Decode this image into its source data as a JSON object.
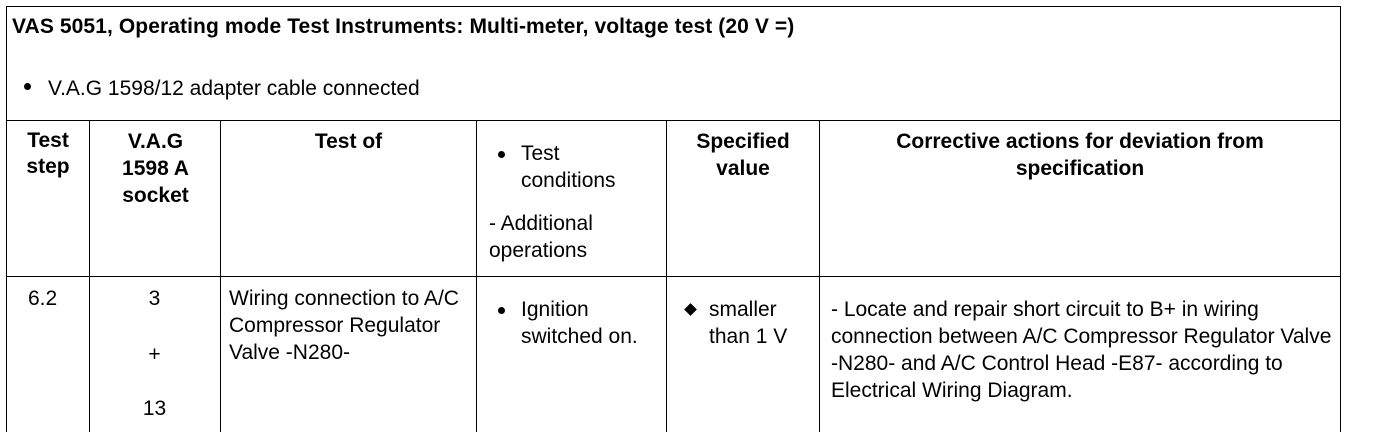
{
  "title": "VAS 5051, Operating mode Test Instruments: Multi-meter, voltage test (20 V =)",
  "precondition": "V.A.G 1598/12 adapter cable connected",
  "headers": {
    "test_step": "Test step",
    "socket": "V.A.G 1598 A socket",
    "test_of": "Test of",
    "conditions_bullet": "Test conditions",
    "conditions_extra": "- Additional operations",
    "specified": "Specified value",
    "corrective": "Corrective actions for deviation from specification"
  },
  "rows": [
    {
      "step": "6.2",
      "socket_a": "3",
      "socket_sep": "+",
      "socket_b": "13",
      "test_of": "Wiring connection to A/C Compressor Regulator Valve -N280-",
      "condition": "Ignition switched on.",
      "specified": "smaller than 1 V",
      "corrective": "- Locate and repair short circuit to B+ in wiring connection between A/C Compressor Regulator Valve -N280- and A/C Control Head -E87- according to Electrical Wiring Diagram."
    }
  ],
  "icons": {
    "bullet": "round-bullet-icon",
    "spec_marker": "diamond-icon"
  }
}
